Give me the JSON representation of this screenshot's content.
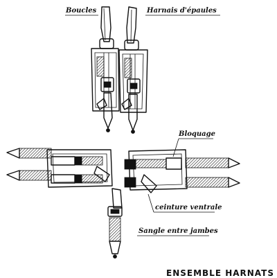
{
  "labels": {
    "boucles": "Boucles",
    "harnais_epaules": "Harnais d'épaules",
    "bloquage": "Bloquage",
    "ceinture_ventrale": "ceinture ventrale",
    "sangle_entre_jambes": "Sangle entre jambes"
  },
  "title": "ENSEMBLE HARNATS"
}
